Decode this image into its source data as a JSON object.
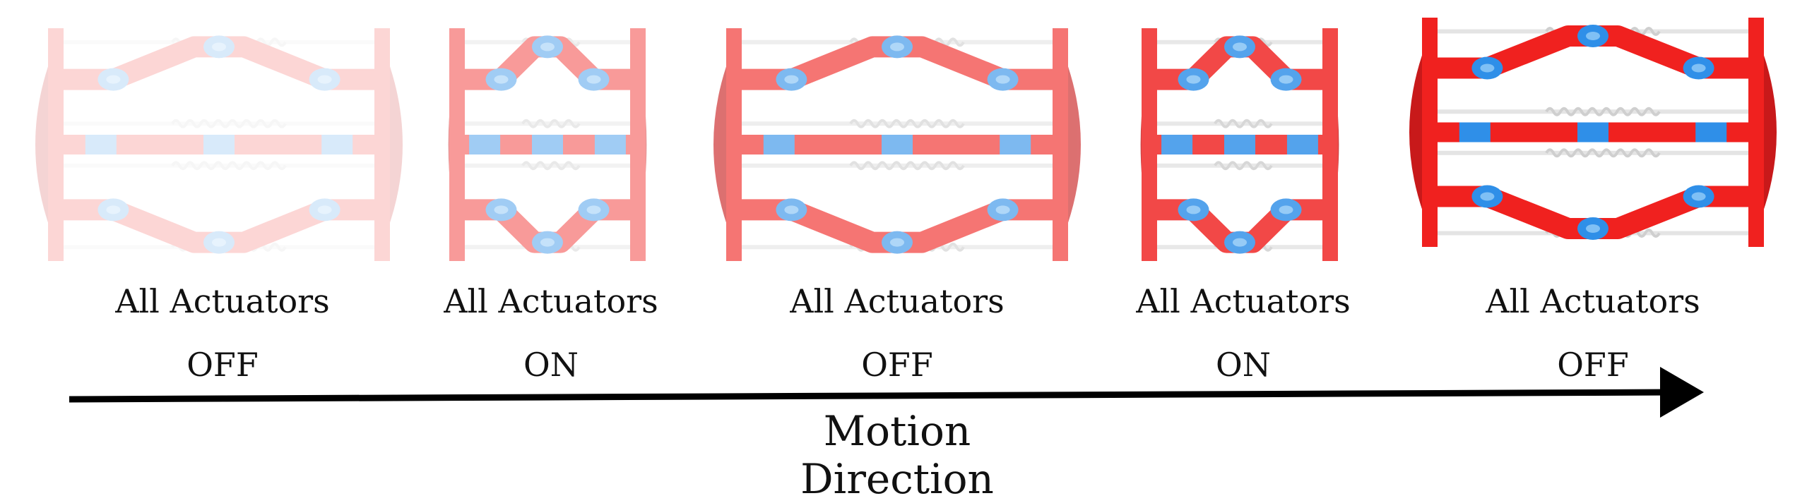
{
  "stages": [
    {
      "line1": "All Actuators",
      "line2": "OFF",
      "opacity": 0.18
    },
    {
      "line1": "All Actuators",
      "line2": "ON",
      "opacity": 0.45
    },
    {
      "line1": "All Actuators",
      "line2": "OFF",
      "opacity": 0.62
    },
    {
      "line1": "All Actuators",
      "line2": "ON",
      "opacity": 0.82
    },
    {
      "line1": "All Actuators",
      "line2": "OFF",
      "opacity": 1.0
    }
  ],
  "arrow": {
    "label": "Motion Direction"
  },
  "colors": {
    "body": "#f0211f",
    "body_dark": "#c8191a",
    "joint": "#2f8fe8",
    "joint_light": "#7fc0f5",
    "spring": "#cfcfcf",
    "rod": "#e4e4e4",
    "text": "#111111"
  }
}
